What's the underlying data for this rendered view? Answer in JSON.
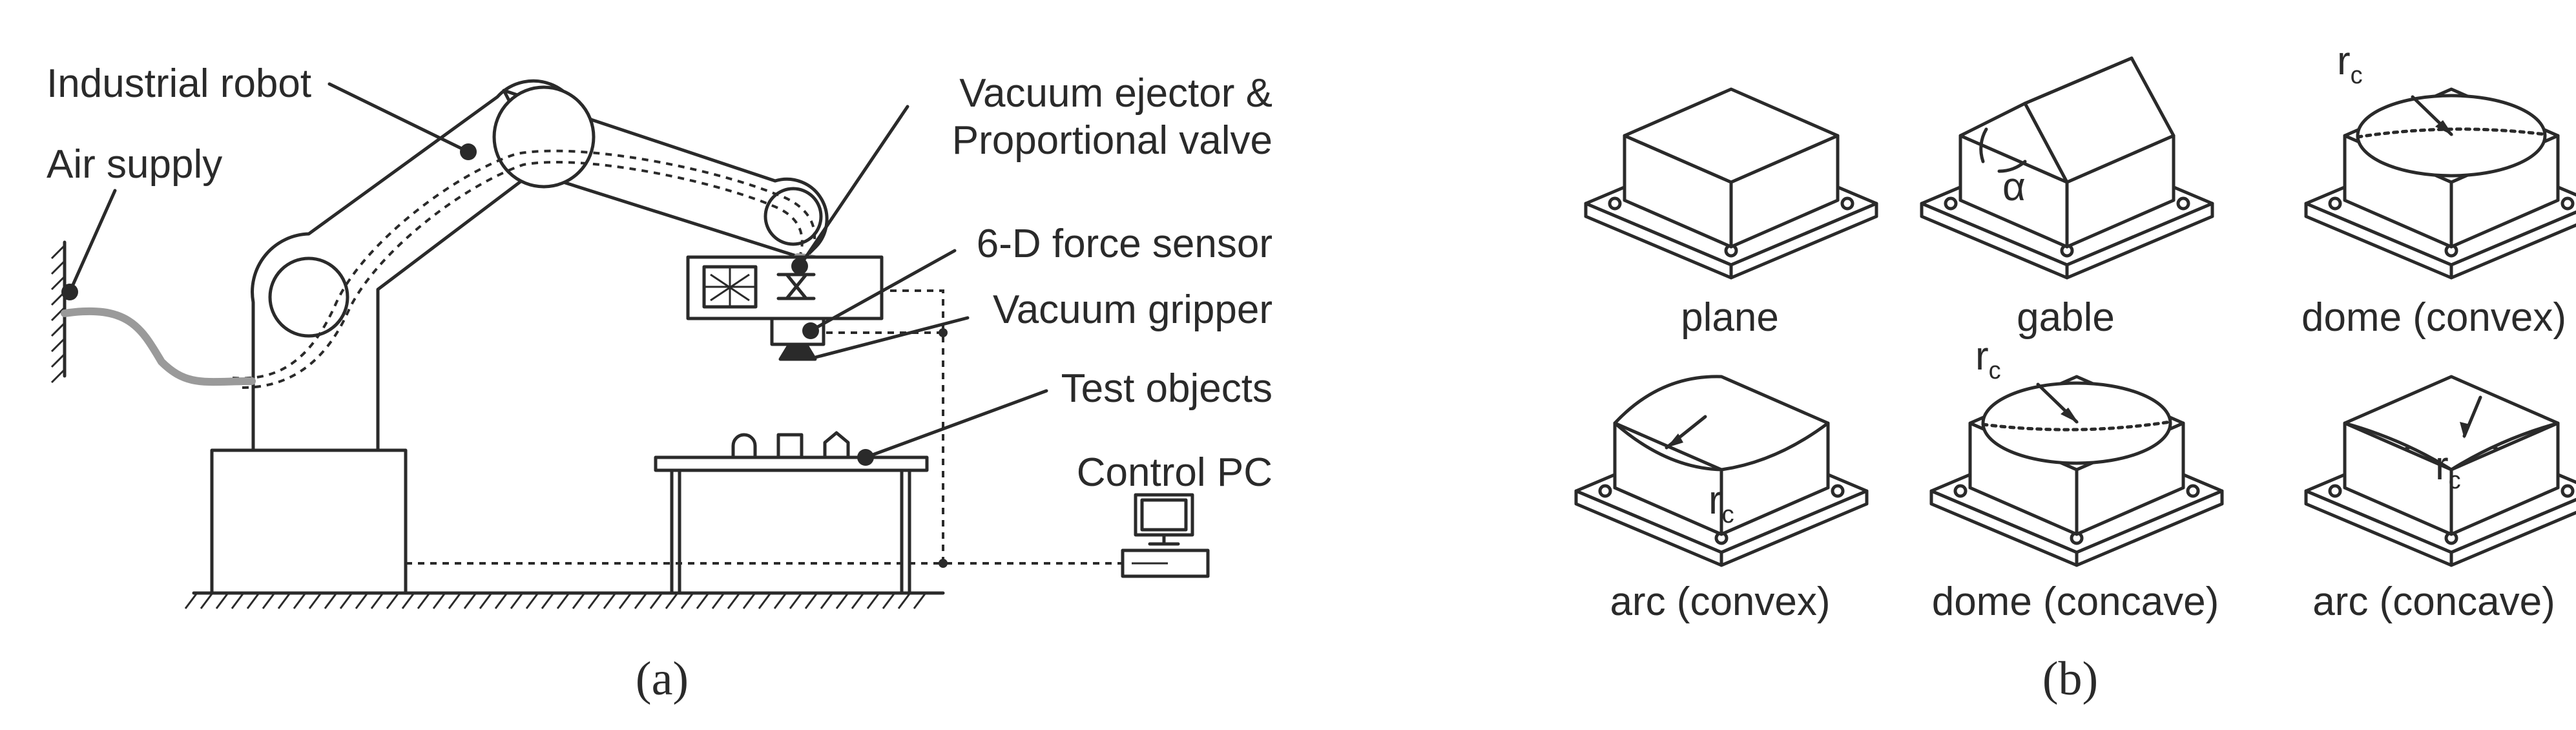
{
  "panel_a": {
    "label": "(a)",
    "callouts": [
      {
        "id": "industrial_robot",
        "text": "Industrial robot"
      },
      {
        "id": "air_supply",
        "text": "Air supply"
      },
      {
        "id": "vacuum_ejector_1",
        "text": "Vacuum ejector &"
      },
      {
        "id": "vacuum_ejector_2",
        "text": "Proportional valve"
      },
      {
        "id": "force_sensor",
        "text": "6-D force sensor"
      },
      {
        "id": "vacuum_gripper",
        "text": "Vacuum gripper"
      },
      {
        "id": "test_objects",
        "text": "Test objects"
      },
      {
        "id": "control_pc",
        "text": "Control PC"
      }
    ]
  },
  "panel_b": {
    "label": "(b)",
    "shapes": [
      {
        "id": "plane",
        "caption": "plane"
      },
      {
        "id": "gable",
        "caption": "gable",
        "symbol": "α"
      },
      {
        "id": "dome_convex",
        "caption": "dome (convex)",
        "symbol": "r",
        "subscript": "c"
      },
      {
        "id": "arc_convex",
        "caption": "arc (convex)",
        "symbol": "r",
        "subscript": "c"
      },
      {
        "id": "dome_concave",
        "caption": "dome (concave)",
        "symbol": "r",
        "subscript": "c"
      },
      {
        "id": "arc_concave",
        "caption": "arc (concave)",
        "symbol": "r",
        "subscript": "c"
      }
    ]
  }
}
